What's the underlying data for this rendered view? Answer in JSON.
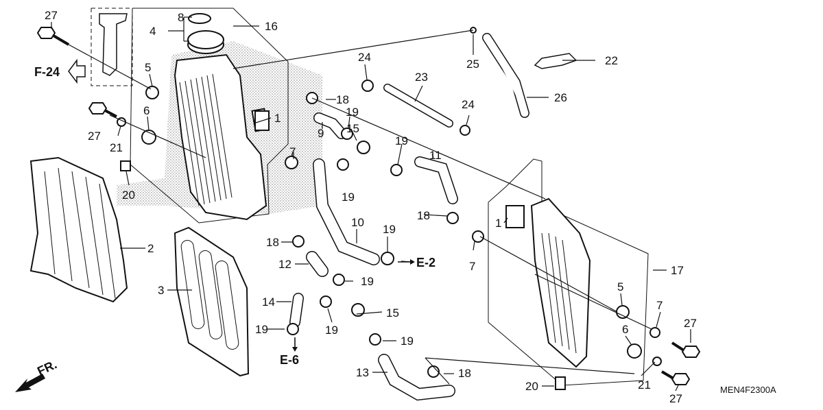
{
  "diagram": {
    "part_labels": [
      {
        "id": "l27a",
        "text": "27"
      },
      {
        "id": "l8",
        "text": "8"
      },
      {
        "id": "l4",
        "text": "4"
      },
      {
        "id": "l16",
        "text": "16"
      },
      {
        "id": "l5a",
        "text": "5"
      },
      {
        "id": "l6a",
        "text": "6"
      },
      {
        "id": "l27b",
        "text": "27"
      },
      {
        "id": "l21a",
        "text": "21"
      },
      {
        "id": "l20a",
        "text": "20"
      },
      {
        "id": "l1a",
        "text": "1"
      },
      {
        "id": "l7a",
        "text": "7"
      },
      {
        "id": "l24a",
        "text": "24"
      },
      {
        "id": "l18a",
        "text": "18"
      },
      {
        "id": "l19a",
        "text": "19"
      },
      {
        "id": "l9",
        "text": "9"
      },
      {
        "id": "l15a",
        "text": "15"
      },
      {
        "id": "l19b",
        "text": "19"
      },
      {
        "id": "l19c",
        "text": "19"
      },
      {
        "id": "l11",
        "text": "11"
      },
      {
        "id": "l23",
        "text": "23"
      },
      {
        "id": "l24b",
        "text": "24"
      },
      {
        "id": "l25",
        "text": "25"
      },
      {
        "id": "l22",
        "text": "22"
      },
      {
        "id": "l26",
        "text": "26"
      },
      {
        "id": "l18b",
        "text": "18"
      },
      {
        "id": "l10",
        "text": "10"
      },
      {
        "id": "l19d",
        "text": "19"
      },
      {
        "id": "l18c",
        "text": "18"
      },
      {
        "id": "l12",
        "text": "12"
      },
      {
        "id": "l19e",
        "text": "19"
      },
      {
        "id": "l14",
        "text": "14"
      },
      {
        "id": "l15b",
        "text": "15"
      },
      {
        "id": "l19f",
        "text": "19"
      },
      {
        "id": "l19g",
        "text": "19"
      },
      {
        "id": "l19h",
        "text": "19"
      },
      {
        "id": "l2",
        "text": "2"
      },
      {
        "id": "l3",
        "text": "3"
      },
      {
        "id": "l13",
        "text": "13"
      },
      {
        "id": "l18d",
        "text": "18"
      },
      {
        "id": "l1b",
        "text": "1"
      },
      {
        "id": "l7b",
        "text": "7"
      },
      {
        "id": "l17",
        "text": "17"
      },
      {
        "id": "l5b",
        "text": "5"
      },
      {
        "id": "l7c",
        "text": "7"
      },
      {
        "id": "l6b",
        "text": "6"
      },
      {
        "id": "l27c",
        "text": "27"
      },
      {
        "id": "l21b",
        "text": "21"
      },
      {
        "id": "l20b",
        "text": "20"
      },
      {
        "id": "l27d",
        "text": "27"
      }
    ],
    "refs": {
      "f24": "F-24",
      "e2": "E-2",
      "e6": "E-6",
      "fr": "FR."
    },
    "diagram_code": "MEN4F2300A"
  }
}
